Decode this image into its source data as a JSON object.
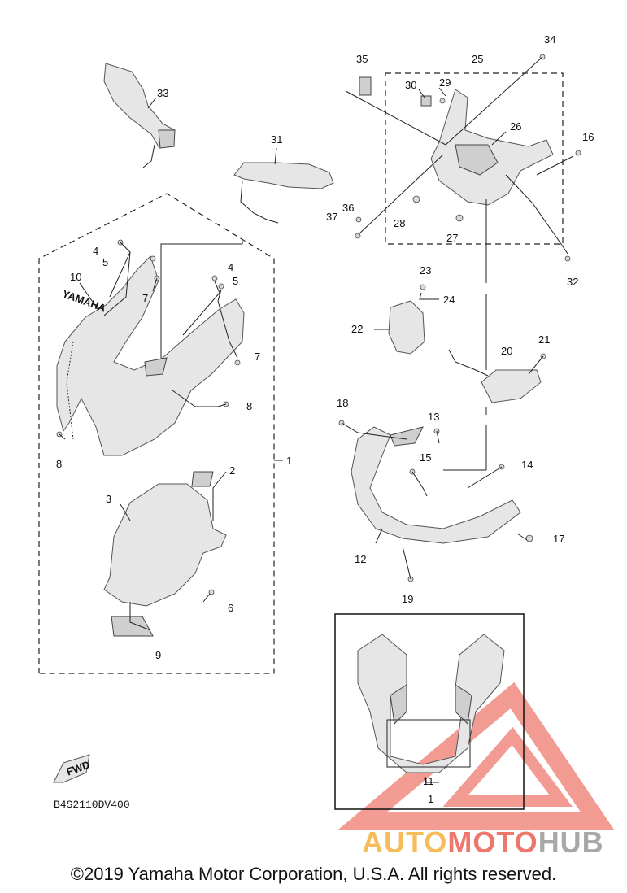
{
  "diagram_code": "B4S2110DV400",
  "copyright": "©2019 Yamaha Motor Corporation, U.S.A. All rights reserved.",
  "watermark": {
    "part1": "AUTO",
    "part2": "MOTO",
    "part3": "HUB"
  },
  "brand_decal": "YAMAHA",
  "fwd_label": "FWD",
  "callouts": {
    "c1": "1",
    "c1b": "1",
    "c2": "2",
    "c3": "3",
    "c4a": "4",
    "c4b": "4",
    "c5a": "5",
    "c5b": "5",
    "c6": "6",
    "c7a": "7",
    "c7b": "7",
    "c8a": "8",
    "c8b": "8",
    "c9": "9",
    "c10": "10",
    "c11": "11",
    "c12": "12",
    "c13": "13",
    "c14": "14",
    "c15": "15",
    "c16": "16",
    "c17": "17",
    "c18": "18",
    "c19": "19",
    "c20": "20",
    "c21": "21",
    "c22": "22",
    "c23": "23",
    "c24": "24",
    "c25": "25",
    "c26": "26",
    "c27": "27",
    "c28": "28",
    "c29": "29",
    "c30": "30",
    "c31": "31",
    "c32": "32",
    "c33": "33",
    "c34": "34",
    "c35": "35",
    "c36": "36",
    "c37": "37"
  }
}
